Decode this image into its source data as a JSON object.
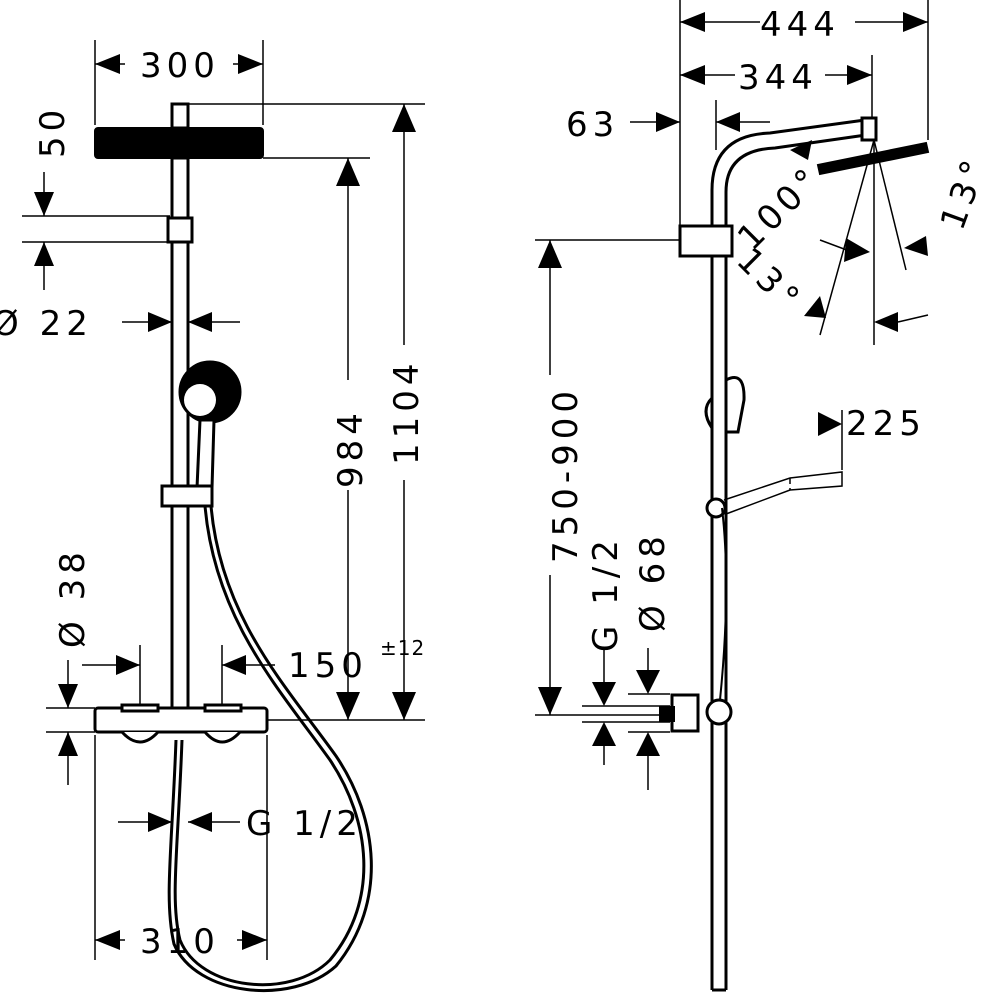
{
  "front_view": {
    "width_head": "300",
    "head_thickness": "50",
    "riser_clearance": "Ø 22",
    "height_to_head": "984",
    "total_height": "1104",
    "tolerance": "±12",
    "thermostat_bar_dia": "Ø 38",
    "hose_offset": "150",
    "connection_thread": "G 1/2",
    "connection_spacing": "310"
  },
  "side_view": {
    "projection_total": "444",
    "projection_head": "344",
    "wall_offset": "63",
    "spray_angle": "100°",
    "tilt_angle_upper": "13°",
    "tilt_angle_lower": "13°",
    "install_height": "750-900",
    "hand_shower_projection": "225",
    "connection_thread": "G 1/2",
    "thermostat_dia": "Ø 68"
  }
}
